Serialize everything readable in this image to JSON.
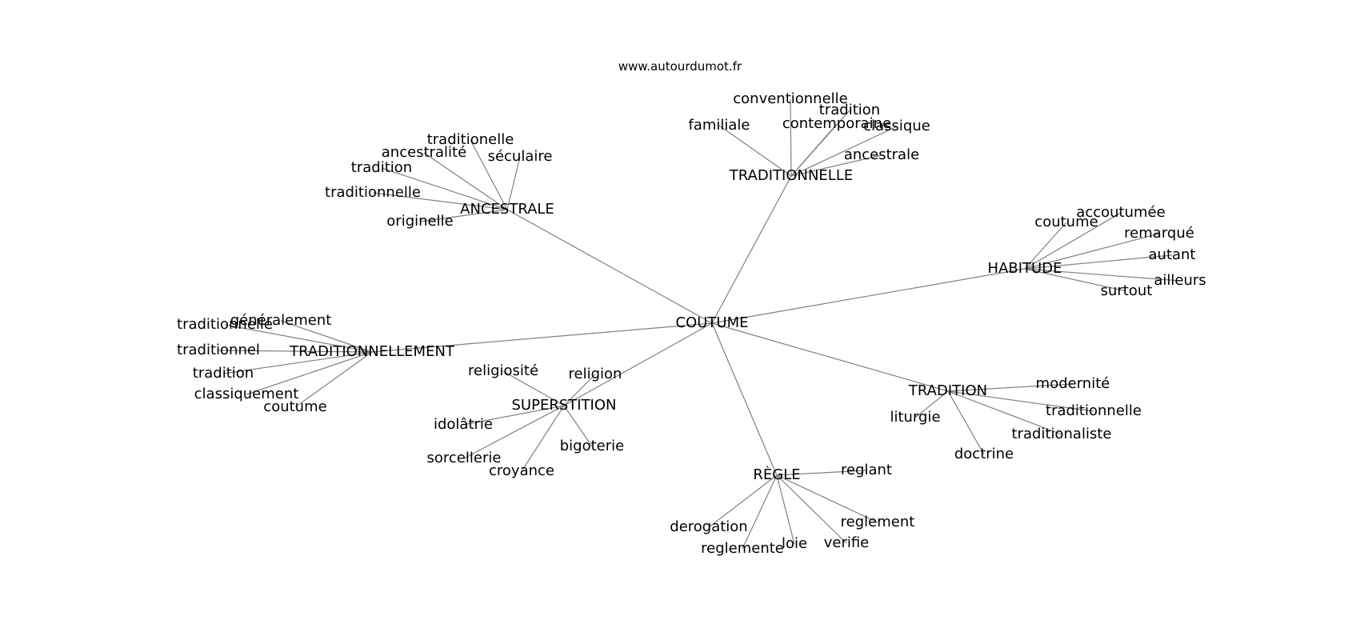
{
  "source_url": "www.autourdumot.fr",
  "center": "COUTUME",
  "clusters": [
    {
      "id": "ancestrale",
      "label": "ANCESTRALE",
      "leaves": [
        "traditionelle",
        "ancestralité",
        "séculaire",
        "tradition",
        "traditionnelle",
        "originelle"
      ]
    },
    {
      "id": "traditionnelle",
      "label": "TRADITIONNELLE",
      "leaves": [
        "conventionnelle",
        "tradition",
        "familiale",
        "contemporaine",
        "classique",
        "ancestrale"
      ]
    },
    {
      "id": "habitude",
      "label": "HABITUDE",
      "leaves": [
        "accoutumée",
        "coutume",
        "remarqué",
        "autant",
        "ailleurs",
        "surtout"
      ]
    },
    {
      "id": "traditionnellement",
      "label": "TRADITIONNELLEMENT",
      "leaves": [
        "généralement",
        "traditionnelle",
        "traditionnel",
        "tradition",
        "classiquement",
        "coutume"
      ]
    },
    {
      "id": "superstition",
      "label": "SUPERSTITION",
      "leaves": [
        "religiosité",
        "religion",
        "idolâtrie",
        "bigoterie",
        "sorcellerie",
        "croyance"
      ]
    },
    {
      "id": "tradition",
      "label": "TRADITION",
      "leaves": [
        "modernité",
        "liturgie",
        "traditionnelle",
        "traditionaliste",
        "doctrine"
      ]
    },
    {
      "id": "regle",
      "label": "RÈGLE",
      "leaves": [
        "reglant",
        "reglement",
        "derogation",
        "reglemente",
        "loie",
        "verifie"
      ]
    }
  ]
}
